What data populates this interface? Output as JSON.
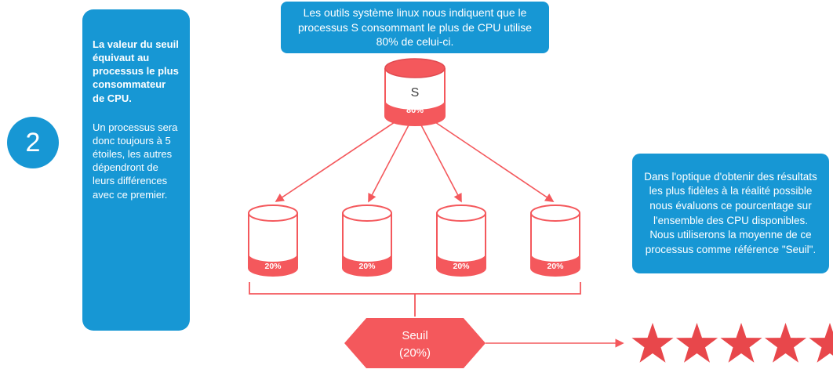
{
  "colors": {
    "blue": "#1797D4",
    "coral": "#F4585C",
    "star": "#E8474B"
  },
  "badge": {
    "number": "2"
  },
  "left_panel": {
    "bold_text": "La valeur du seuil équivaut au processus le plus consommateur de CPU.",
    "body_text": "Un processus sera donc toujours à 5 étoiles, les autres dépendront de leurs différences avec ce premier."
  },
  "top_callout": {
    "text": "Les outils système linux nous indiquent que le processus S consommant le plus de CPU utilise 80% de celui-ci."
  },
  "right_panel": {
    "text": "Dans l'optique d'obtenir des résultats les plus fidèles à la réalité possible nous évaluons ce pourcentage sur l'ensemble des CPU disponibles. Nous utiliserons la moyenne de ce processus comme référence \"Seuil\"."
  },
  "main_cylinder": {
    "label": "S",
    "value": "80%"
  },
  "small_cylinders": [
    {
      "value": "20%"
    },
    {
      "value": "20%"
    },
    {
      "value": "20%"
    },
    {
      "value": "20%"
    }
  ],
  "hexagon": {
    "title": "Seuil",
    "value": "(20%)"
  },
  "stars": {
    "count": 5
  }
}
